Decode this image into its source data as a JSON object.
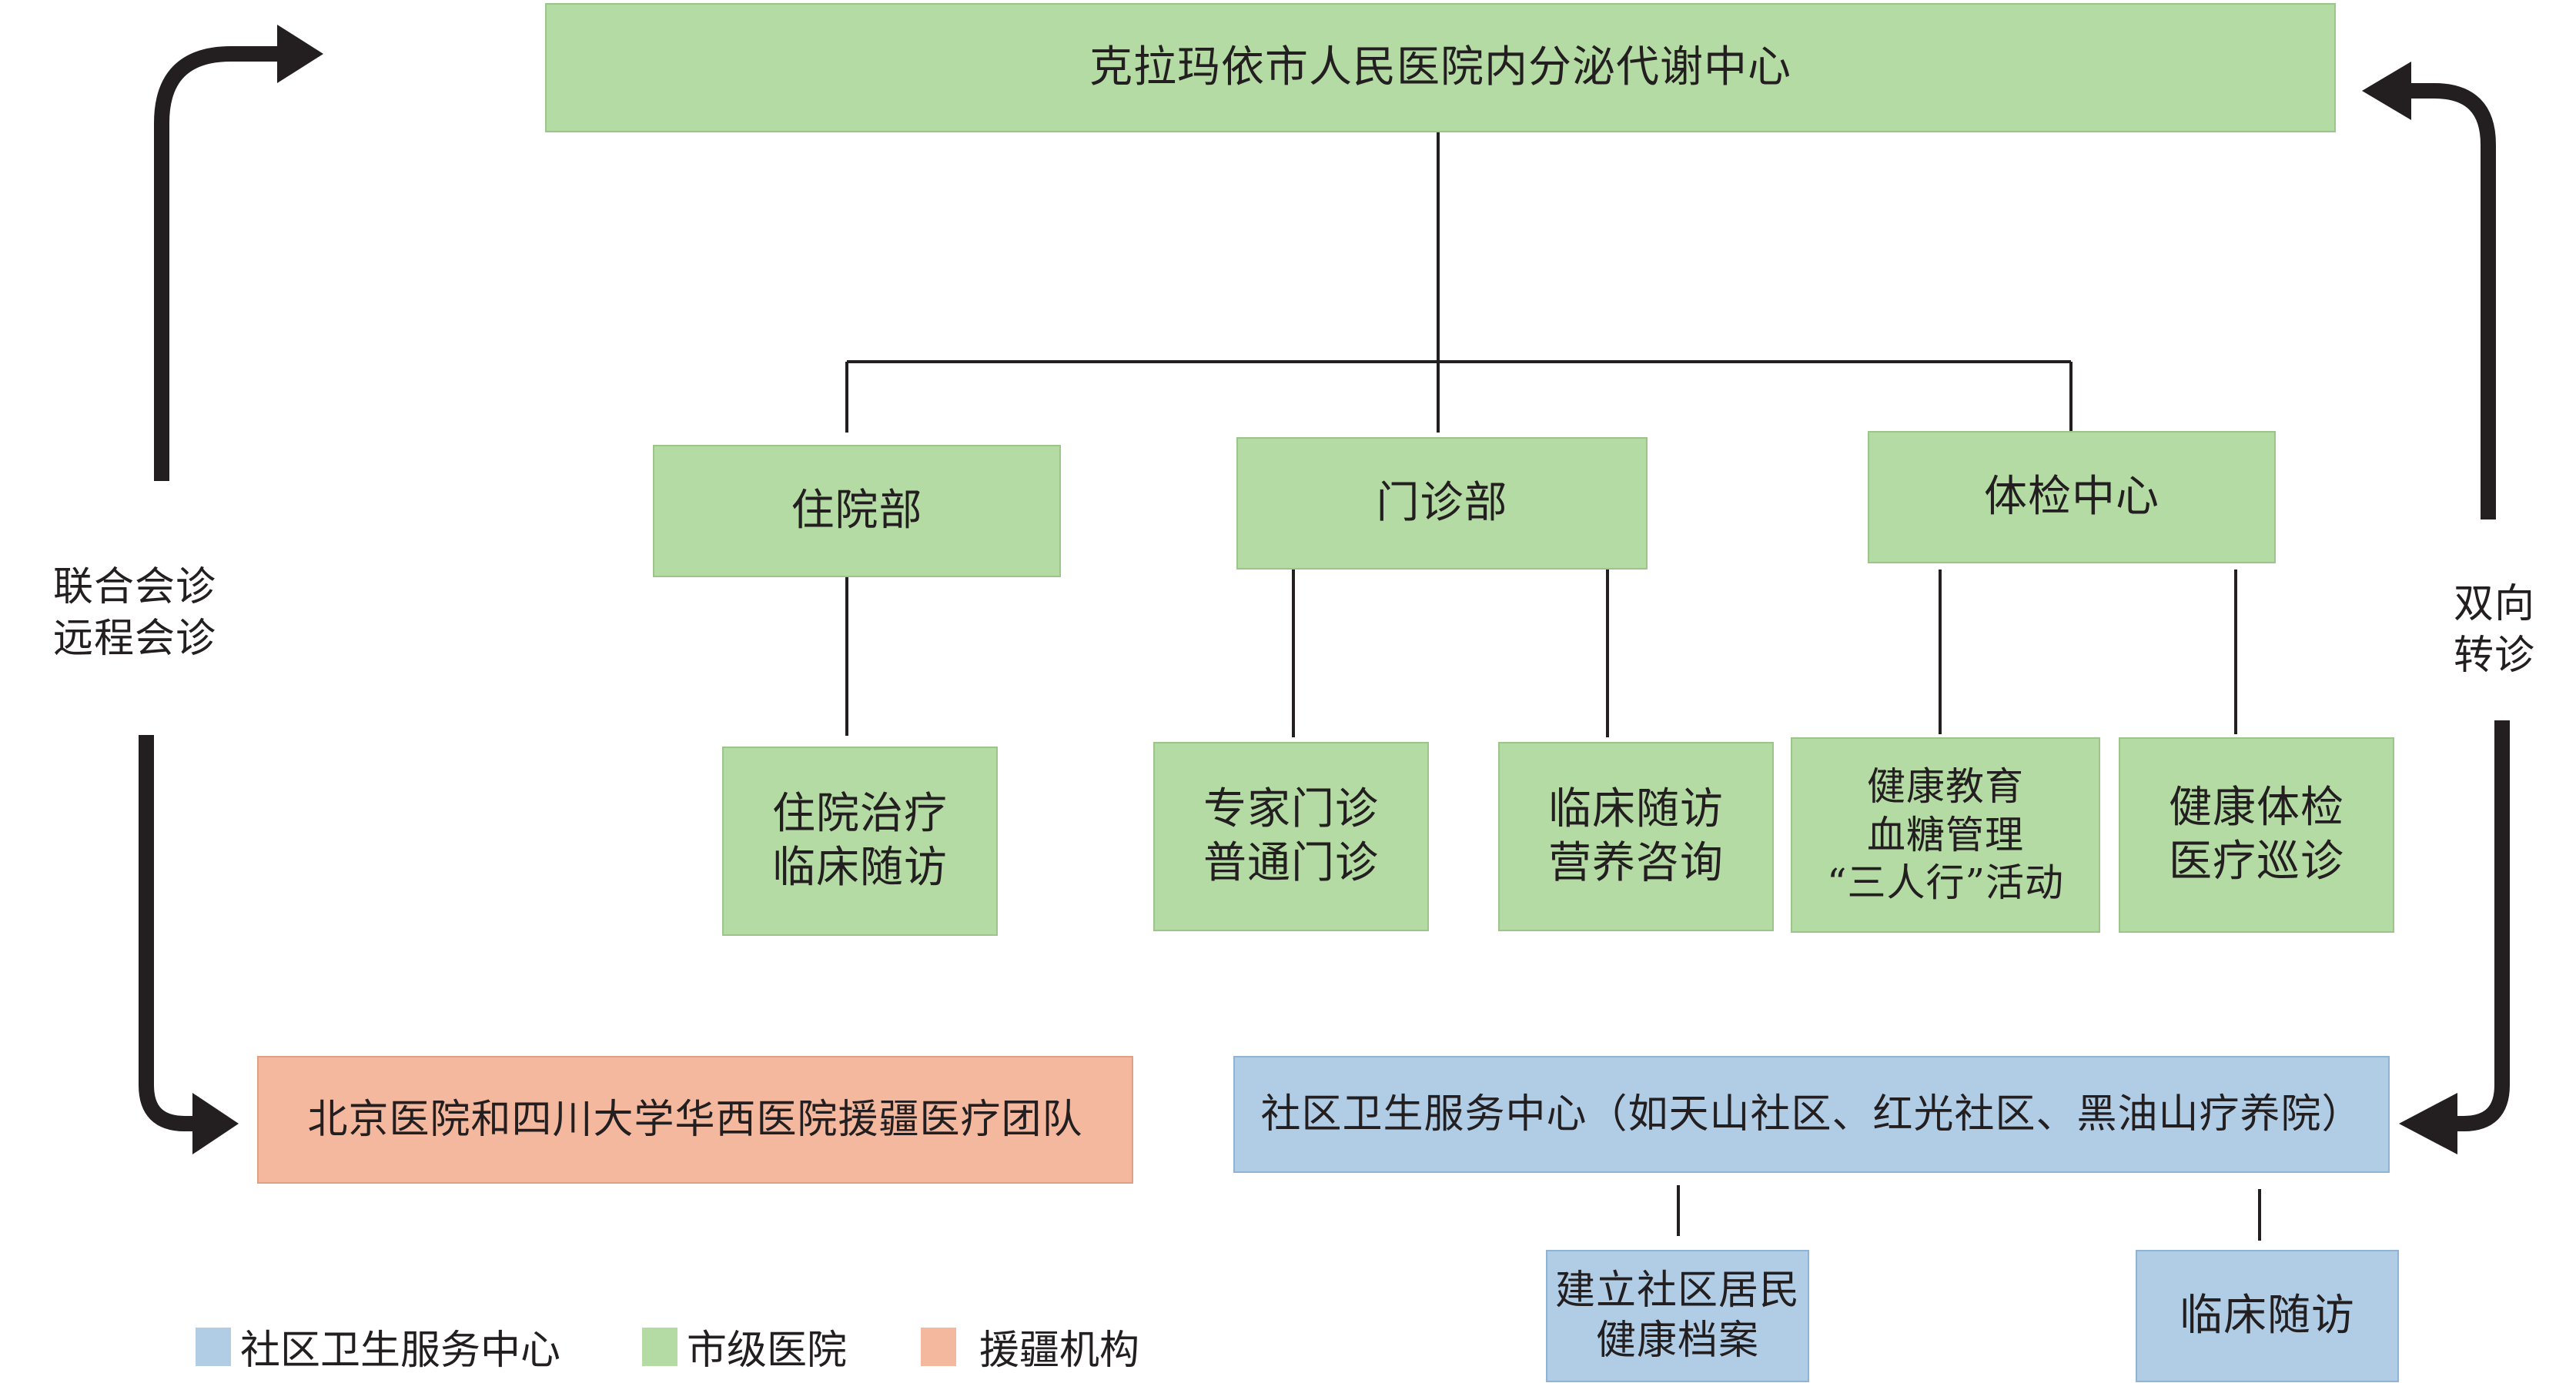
{
  "diagram": {
    "top_node": "克拉玛依市人民医院内分泌代谢中心",
    "departments": [
      {
        "label": "住院部"
      },
      {
        "label": "门诊部"
      },
      {
        "label": "体检中心"
      }
    ],
    "services": {
      "inpatient": [
        "住院治疗",
        "临床随访"
      ],
      "outpatient_a": [
        "专家门诊",
        "普通门诊"
      ],
      "outpatient_b": [
        "临床随访",
        "营养咨询"
      ],
      "checkup_a": [
        "健康教育",
        "血糖管理",
        "“三人行”活动"
      ],
      "checkup_b": [
        "健康体检",
        "医疗巡诊"
      ]
    },
    "aid_team": "北京医院和四川大学华西医院援疆医疗团队",
    "community_center": "社区卫生服务中心（如天山社区、红光社区、黑油山疗养院）",
    "community_services": {
      "records": [
        "建立社区居民",
        "健康档案"
      ],
      "followup": "临床随访"
    },
    "left_arrow_label": [
      "联合会诊",
      "远程会诊"
    ],
    "right_arrow_label": [
      "双向",
      "转诊"
    ]
  },
  "legend": [
    {
      "label": "社区卫生服务中心",
      "color": "#b1cde6"
    },
    {
      "label": "市级医院",
      "color": "#b5dba4"
    },
    {
      "label": "援疆机构",
      "color": "#f4b89f"
    }
  ],
  "colors": {
    "hospital": "#b5dba4",
    "community": "#b1cde6",
    "aid": "#f4b89f",
    "line": "#231f20"
  }
}
